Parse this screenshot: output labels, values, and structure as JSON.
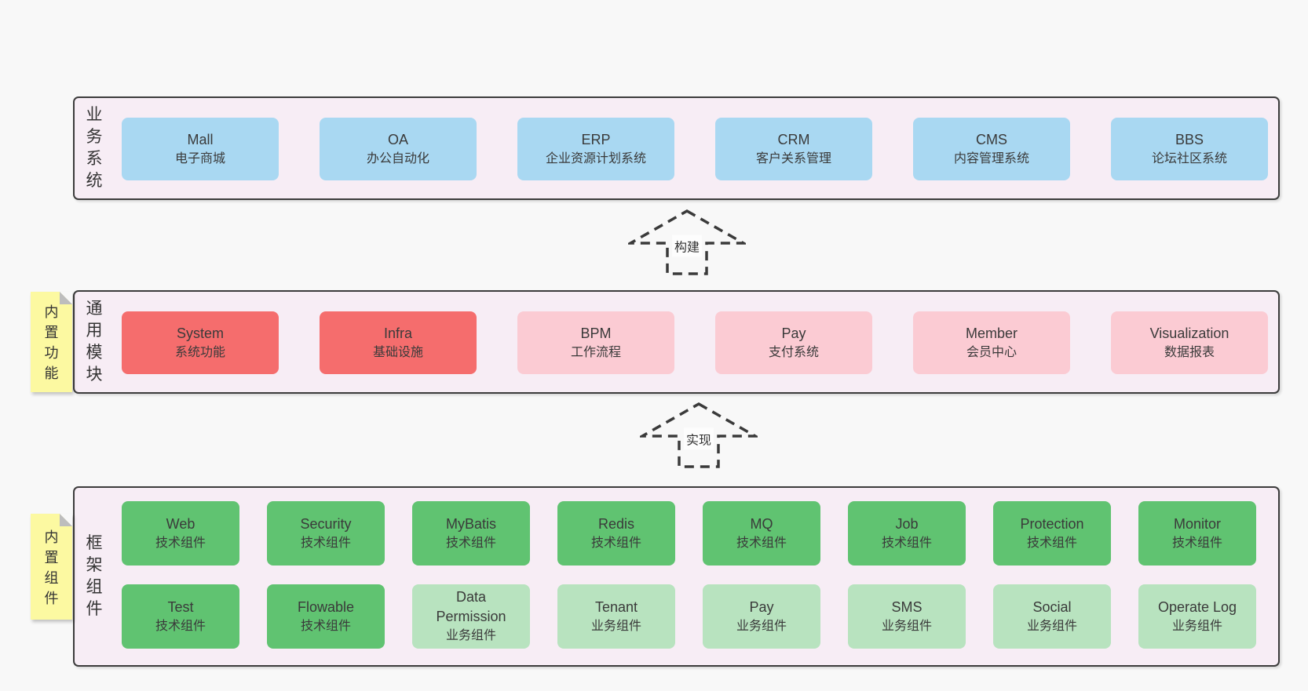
{
  "diagram": {
    "palette": {
      "background": "#f8f8f8",
      "layer_bg": "#f7edf5",
      "layer_border": "#3c3c3c",
      "note_yellow": "#fcf9a1",
      "note_fold_gray": "#bdbdbd",
      "text": "#3a3a3a",
      "blue": "#a9d8f2",
      "red": "#f56d6d",
      "pink": "#fbcbd3",
      "green": "#60c371",
      "lightgreen": "#b8e3bf"
    },
    "arrows": [
      {
        "label": "构建"
      },
      {
        "label": "实现"
      }
    ],
    "layers": [
      {
        "id": "business-systems",
        "label": "业务系统",
        "boxes": [
          {
            "name": "Mall",
            "desc": "电子商城",
            "variant": "blue"
          },
          {
            "name": "OA",
            "desc": "办公自动化",
            "variant": "blue"
          },
          {
            "name": "ERP",
            "desc": "企业资源计划系统",
            "variant": "blue"
          },
          {
            "name": "CRM",
            "desc": "客户关系管理",
            "variant": "blue"
          },
          {
            "name": "CMS",
            "desc": "内容管理系统",
            "variant": "blue"
          },
          {
            "name": "BBS",
            "desc": "论坛社区系统",
            "variant": "blue"
          }
        ]
      },
      {
        "id": "common-modules",
        "label": "通用模块",
        "note": "内置功能",
        "boxes": [
          {
            "name": "System",
            "desc": "系统功能",
            "variant": "red"
          },
          {
            "name": "Infra",
            "desc": "基础设施",
            "variant": "red"
          },
          {
            "name": "BPM",
            "desc": "工作流程",
            "variant": "pink"
          },
          {
            "name": "Pay",
            "desc": "支付系统",
            "variant": "pink"
          },
          {
            "name": "Member",
            "desc": "会员中心",
            "variant": "pink"
          },
          {
            "name": "Visualization",
            "desc": "数据报表",
            "variant": "pink"
          }
        ]
      },
      {
        "id": "framework-components",
        "label": "框架组件",
        "note": "内置组件",
        "rows": [
          [
            {
              "name": "Web",
              "desc": "技术组件",
              "variant": "green"
            },
            {
              "name": "Security",
              "desc": "技术组件",
              "variant": "green"
            },
            {
              "name": "MyBatis",
              "desc": "技术组件",
              "variant": "green"
            },
            {
              "name": "Redis",
              "desc": "技术组件",
              "variant": "green"
            },
            {
              "name": "MQ",
              "desc": "技术组件",
              "variant": "green"
            },
            {
              "name": "Job",
              "desc": "技术组件",
              "variant": "green"
            },
            {
              "name": "Protection",
              "desc": "技术组件",
              "variant": "green"
            },
            {
              "name": "Monitor",
              "desc": "技术组件",
              "variant": "green"
            }
          ],
          [
            {
              "name": "Test",
              "desc": "技术组件",
              "variant": "green"
            },
            {
              "name": "Flowable",
              "desc": "技术组件",
              "variant": "green"
            },
            {
              "name": "Data Permission",
              "desc": "业务组件",
              "variant": "lightgreen"
            },
            {
              "name": "Tenant",
              "desc": "业务组件",
              "variant": "lightgreen"
            },
            {
              "name": "Pay",
              "desc": "业务组件",
              "variant": "lightgreen"
            },
            {
              "name": "SMS",
              "desc": "业务组件",
              "variant": "lightgreen"
            },
            {
              "name": "Social",
              "desc": "业务组件",
              "variant": "lightgreen"
            },
            {
              "name": "Operate Log",
              "desc": "业务组件",
              "variant": "lightgreen"
            }
          ]
        ]
      }
    ]
  }
}
